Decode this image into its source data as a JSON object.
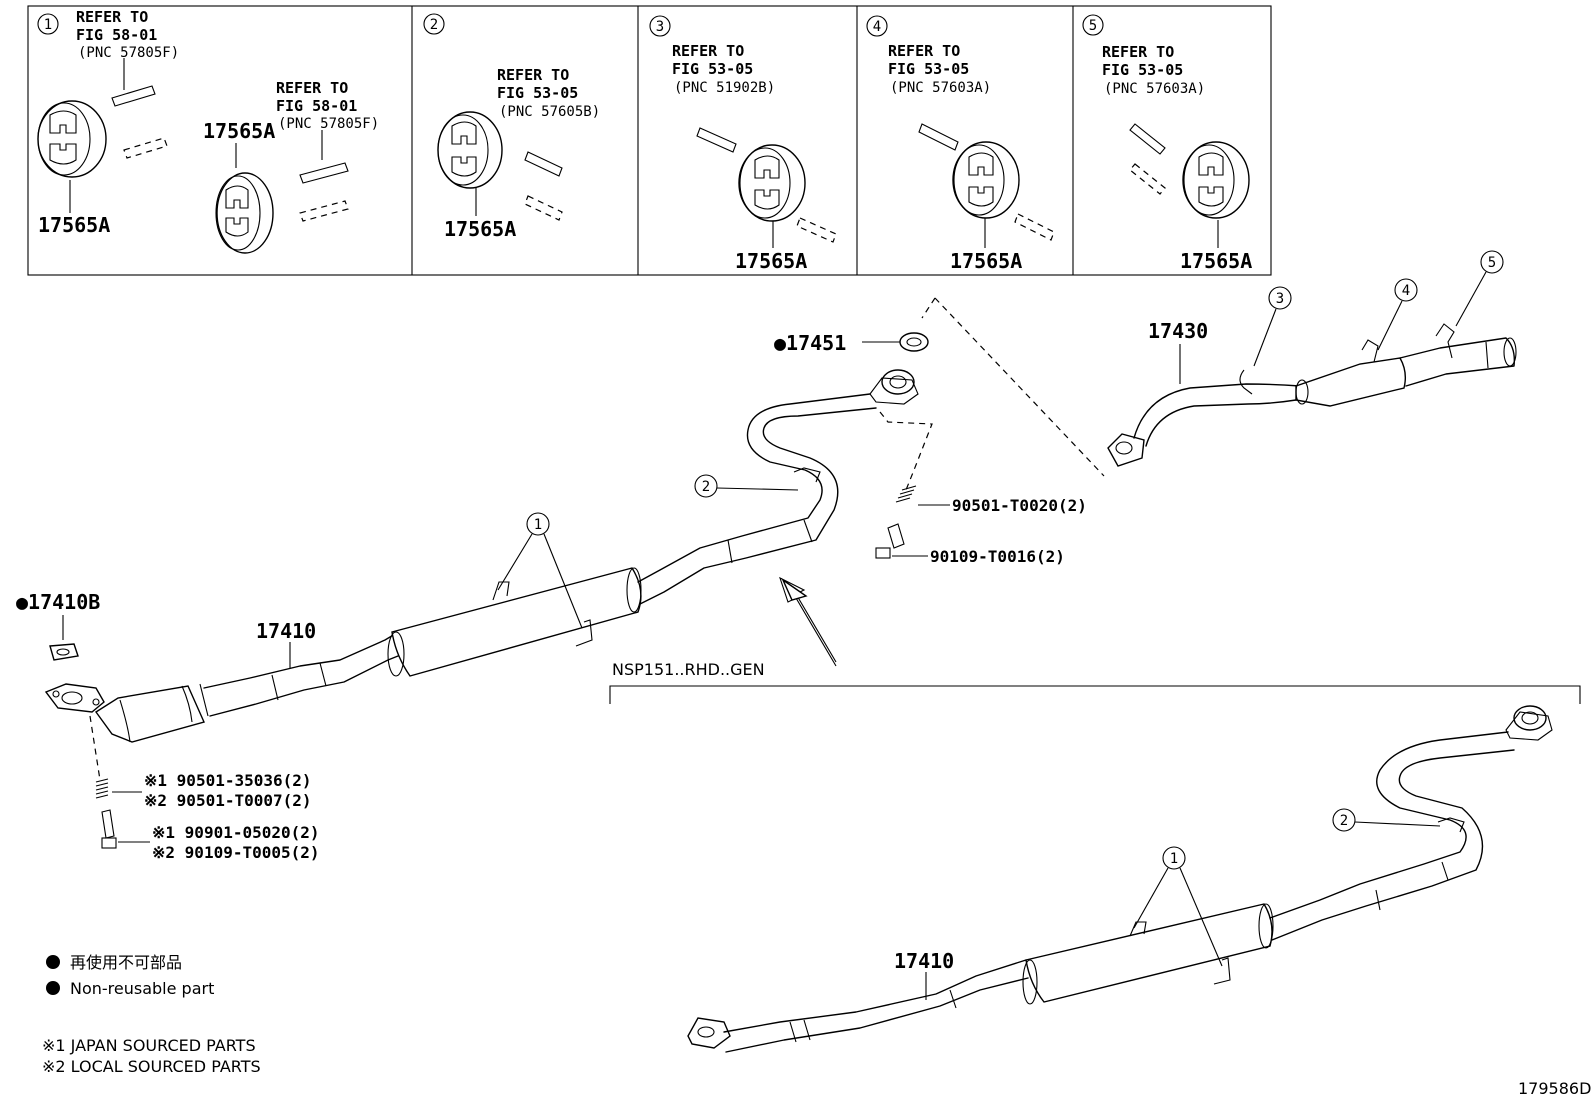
{
  "panels": [
    {
      "num": "1",
      "refer": "REFER TO",
      "fig": "FIG 58-01",
      "pnc": "(PNC 57805F)",
      "refer2": "REFER TO",
      "fig2": "FIG 58-01",
      "pnc2": "(PNC 57805F)",
      "part_a": "17565A",
      "part_b": "17565A"
    },
    {
      "num": "2",
      "refer": "REFER TO",
      "fig": "FIG 53-05",
      "pnc": "(PNC 57605B)",
      "part": "17565A"
    },
    {
      "num": "3",
      "refer": "REFER TO",
      "fig": "FIG 53-05",
      "pnc": "(PNC 51902B)",
      "part": "17565A"
    },
    {
      "num": "4",
      "refer": "REFER TO",
      "fig": "FIG 53-05",
      "pnc": "(PNC 57603A)",
      "part": "17565A"
    },
    {
      "num": "5",
      "refer": "REFER TO",
      "fig": "FIG 53-05",
      "pnc": "(PNC 57603A)",
      "part": "17565A"
    }
  ],
  "parts": {
    "gasket_17451": "●17451",
    "gasket_17410b": "●17410B",
    "pipe_17410": "17410",
    "pipe_17430": "17430",
    "pipe_17410_alt": "17410",
    "spring_top": "90501-T0020(2)",
    "bolt_top": "90109-T0016(2)",
    "spring_bottom_1": "※1 90501-35036(2)",
    "spring_bottom_2": "※2 90501-T0007(2)",
    "bolt_bottom_1": "※1 90901-05020(2)",
    "bolt_bottom_2": "※2 90109-T0005(2)"
  },
  "callouts": {
    "main_1": "1",
    "main_2": "2",
    "muffler_3": "3",
    "muffler_4": "4",
    "muffler_5": "5",
    "alt_1": "1",
    "alt_2": "2"
  },
  "variant_label": "NSP151..RHD..GEN",
  "legend": {
    "nonreusable_jp": "再使用不可部品",
    "nonreusable_en": "Non-reusable part",
    "note1": "※1  JAPAN SOURCED PARTS",
    "note2": "※2  LOCAL SOURCED PARTS"
  },
  "figure_id": "179586D",
  "colors": {
    "line": "#000000",
    "background": "#ffffff"
  }
}
